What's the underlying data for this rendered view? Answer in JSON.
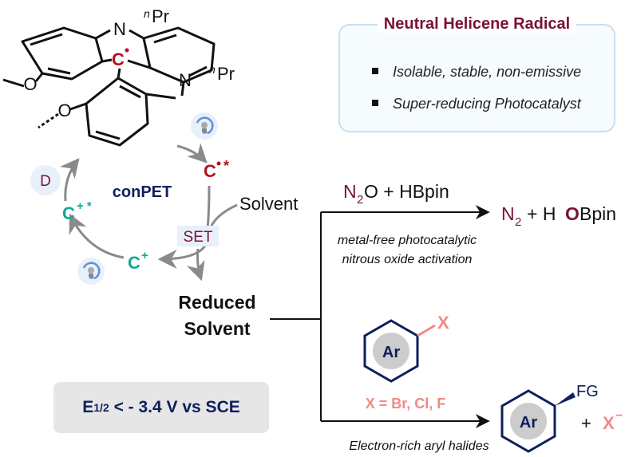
{
  "info_card": {
    "title": "Neutral Helicene Radical",
    "bullets": [
      "Isolable, stable, non-emissive",
      "Super-reducing Photocatalyst"
    ]
  },
  "molecule": {
    "n_label_top": "N",
    "n_label_right": "N",
    "propyl_prefix": "n",
    "propyl": "Pr",
    "oxygen_label": "O",
    "radical_center": "C"
  },
  "cycle": {
    "title": "conPET",
    "donor": "D",
    "excited_radical": "C",
    "radical_star": "*",
    "cation_excited": "C",
    "cation_excited_sup": "+ *",
    "cation": "C",
    "cation_sup": "+",
    "set_label": "SET",
    "solvent": "Solvent",
    "reduced_line1": "Reduced",
    "reduced_line2": "Solvent"
  },
  "reaction_top": {
    "reagent_n": "N",
    "reagent_sub": "2",
    "reagent_rest": "O + HBpin",
    "product_n": "N",
    "product_sub": "2",
    "product_plus": "+ H",
    "product_o": "O",
    "product_rest": "Bpin",
    "caption_line1": "metal-free photocatalytic",
    "caption_line2": "nitrous oxide activation"
  },
  "reaction_bottom": {
    "aryl_label": "Ar",
    "halide": "X",
    "halide_def": "X = Br, Cl, F",
    "product_aryl_label": "Ar",
    "product_group": "FG",
    "plus": "+",
    "leaving": "X",
    "leaving_sup": "−",
    "caption": "Electron-rich aryl halides"
  },
  "potential": {
    "prefix": "E",
    "sub": "1/2",
    "rest": " < - 3.4 V vs SCE"
  },
  "colors": {
    "maroon": "#7a1236",
    "radical_red": "#b3121c",
    "teal": "#12a89a",
    "navy": "#0d1f5c",
    "salmon": "#f08a86",
    "arrow_gray": "#8a8a8a",
    "card_border": "#c9e0ef"
  }
}
